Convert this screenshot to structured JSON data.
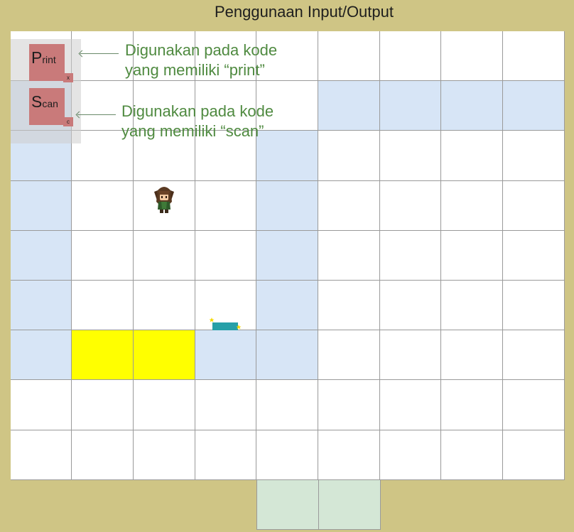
{
  "page": {
    "title": "Penggunaan Input/Output"
  },
  "grid": {
    "cols": 9,
    "rows": 9,
    "light_blue_cells": [
      [
        1,
        0
      ],
      [
        1,
        5
      ],
      [
        1,
        6
      ],
      [
        1,
        7
      ],
      [
        1,
        8
      ],
      [
        2,
        0
      ],
      [
        2,
        4
      ],
      [
        3,
        0
      ],
      [
        3,
        4
      ],
      [
        4,
        0
      ],
      [
        4,
        4
      ],
      [
        5,
        0
      ],
      [
        5,
        4
      ],
      [
        6,
        0
      ],
      [
        6,
        3
      ],
      [
        6,
        4
      ]
    ],
    "yellow_cells": [
      [
        6,
        1
      ],
      [
        6,
        2
      ]
    ],
    "exit_cells_below": [
      4,
      5
    ]
  },
  "legend": {
    "print_key": {
      "letter": "P",
      "rest": "rint",
      "shortcut": "x"
    },
    "scan_key": {
      "letter": "S",
      "rest": "can",
      "shortcut": "c"
    },
    "print_note_line1": "Digunakan pada kode",
    "print_note_line2": "yang memiliki “print”",
    "scan_note_line1": "Digunakan pada kode",
    "scan_note_line2": "yang memiliki “scan”"
  },
  "colors": {
    "background": "#cfc585",
    "light_blue": "#d7e5f6",
    "yellow": "#ffff00",
    "exit_green": "#d4e7d6",
    "key_red": "#c97a7a",
    "note_green": "#4f8a40",
    "item_teal": "#26a0a8"
  },
  "icons": {
    "character": "player-character-icon",
    "item": "teal-block-item-icon"
  }
}
